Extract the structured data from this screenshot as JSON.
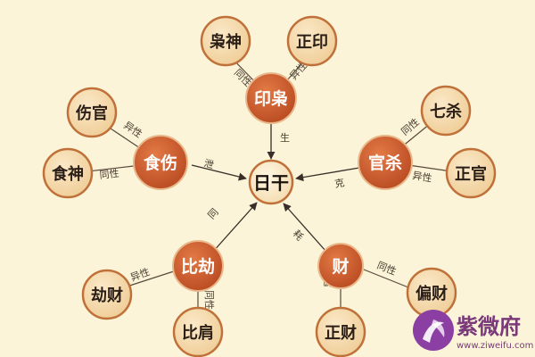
{
  "center": {
    "label": "日干"
  },
  "groups": {
    "yin": {
      "label": "印枭",
      "rel": "生"
    },
    "shi": {
      "label": "食伤",
      "rel": "泄"
    },
    "guan": {
      "label": "官杀",
      "rel": "克"
    },
    "bi": {
      "label": "比劫",
      "rel": "同"
    },
    "cai": {
      "label": "财",
      "rel": "耗"
    }
  },
  "leaves": {
    "xiaoshen": {
      "label": "枭神",
      "rel": "同性"
    },
    "zhengyin": {
      "label": "正印",
      "rel": "异性"
    },
    "shangguan": {
      "label": "伤官",
      "rel": "异性"
    },
    "shishen": {
      "label": "食神",
      "rel": "同性"
    },
    "qisha": {
      "label": "七杀",
      "rel": "同性"
    },
    "zhengguan": {
      "label": "正官",
      "rel": "异性"
    },
    "jiecai": {
      "label": "劫财",
      "rel": "异性"
    },
    "bijian": {
      "label": "比肩",
      "rel": "同性"
    },
    "zhengcai": {
      "label": "正财",
      "rel": "异性"
    },
    "piancai": {
      "label": "偏财",
      "rel": "同性"
    }
  },
  "watermark": {
    "name": "紫微府",
    "url": "www.ziweifu.com"
  },
  "colors": {
    "background": "#fbf4d8",
    "group_fill": "#c9582b",
    "leaf_fill": "#f3d9ad",
    "leaf_stroke": "#c0713a",
    "line": "#5a4a3c",
    "accent": "#8b3fa3"
  }
}
